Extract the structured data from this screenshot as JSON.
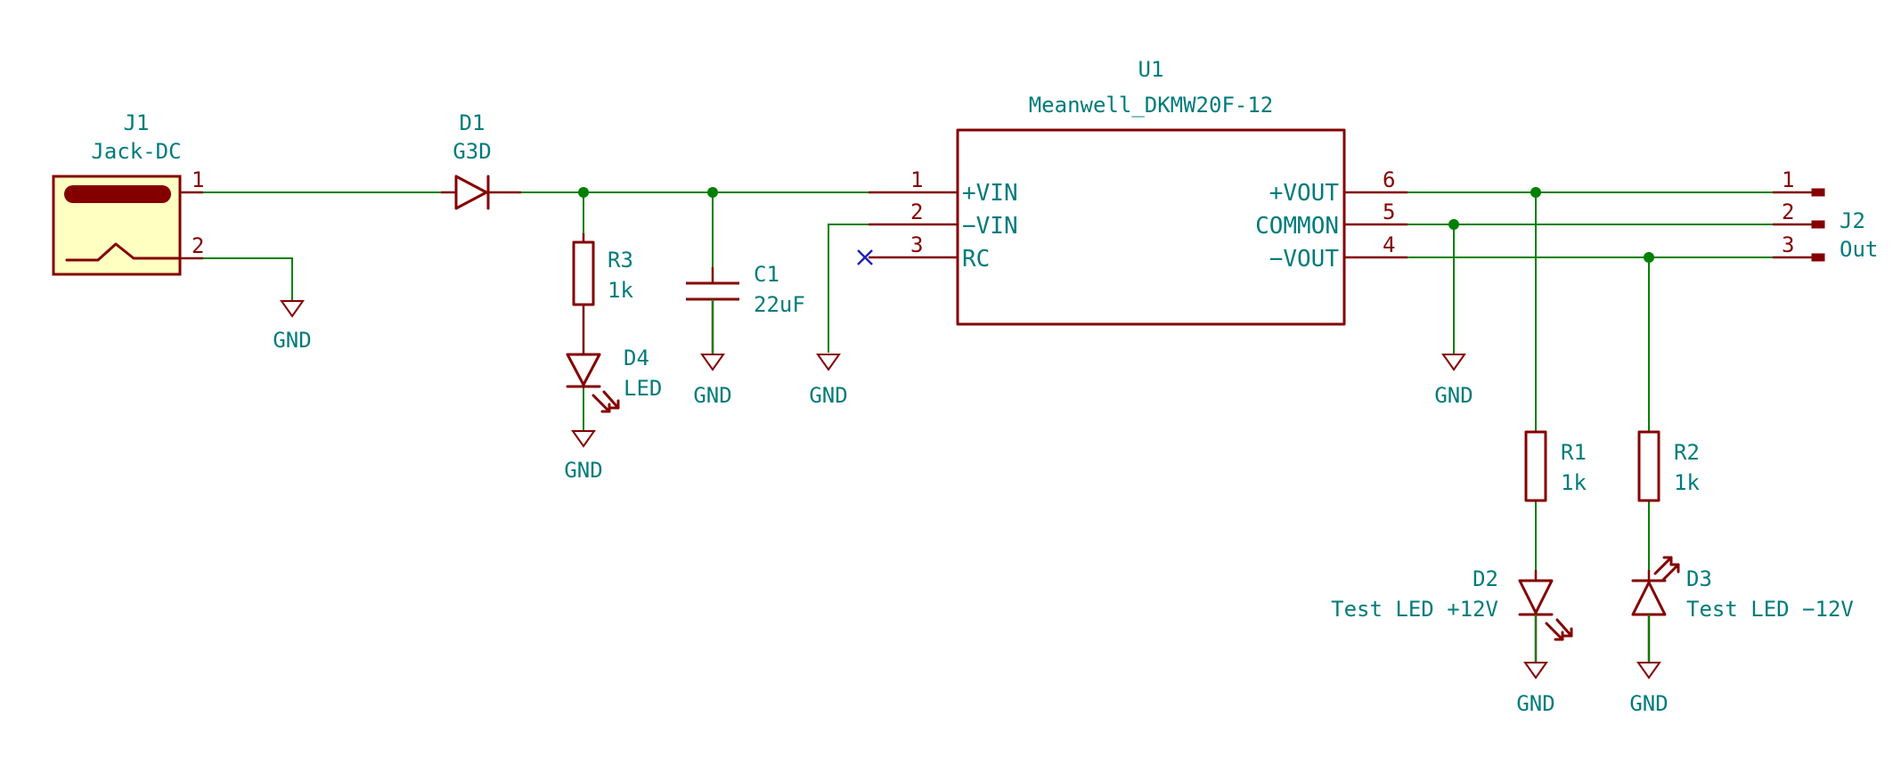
{
  "components": {
    "J1": {
      "ref": "J1",
      "value": "Jack-DC",
      "pin1": "1",
      "pin2": "2"
    },
    "D1": {
      "ref": "D1",
      "value": "G3D"
    },
    "R3": {
      "ref": "R3",
      "value": "1k"
    },
    "D4": {
      "ref": "D4",
      "value": "LED"
    },
    "C1": {
      "ref": "C1",
      "value": "22uF"
    },
    "U1": {
      "ref": "U1",
      "value": "Meanwell_DKMW20F-12",
      "pins_left": [
        {
          "num": "1",
          "name": "+VIN"
        },
        {
          "num": "2",
          "name": "−VIN"
        },
        {
          "num": "3",
          "name": "RC"
        }
      ],
      "pins_right": [
        {
          "num": "6",
          "name": "+VOUT"
        },
        {
          "num": "5",
          "name": "COMMON"
        },
        {
          "num": "4",
          "name": "−VOUT"
        }
      ]
    },
    "J2": {
      "ref": "J2",
      "value": "Out",
      "pins": [
        "1",
        "2",
        "3"
      ]
    },
    "R1": {
      "ref": "R1",
      "value": "1k"
    },
    "R2": {
      "ref": "R2",
      "value": "1k"
    },
    "D2": {
      "ref": "D2",
      "value": "Test LED +12V"
    },
    "D3": {
      "ref": "D3",
      "value": "Test LED −12V"
    }
  },
  "power_label": "GND",
  "colors": {
    "wire": "#008000",
    "component": "#840000",
    "text": "#007b7b",
    "no_connect": "#2020c0",
    "jack_fill": "#ffffc2"
  }
}
